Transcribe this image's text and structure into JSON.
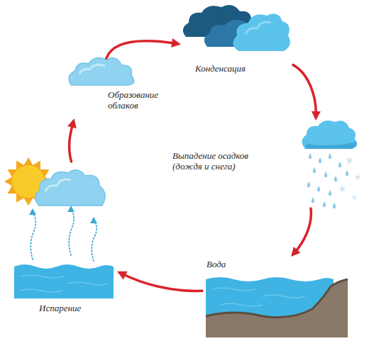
{
  "diagram": {
    "nodes": [
      {
        "text": [
          "Образование облаков"
        ]
      },
      {
        "text": [
          "Конденсация"
        ]
      },
      {
        "text": [
          "Вода"
        ]
      },
      {
        "text": [
          "Испарение"
        ]
      }
    ],
    "edges": [
      {
        "from": 3,
        "to": 0,
        "arrow": "to"
      },
      {
        "from": 0,
        "to": 1,
        "arrow": "to"
      },
      {
        "from": 1,
        "to": 2,
        "arrow": "to"
      },
      {
        "from": 2,
        "to": 3,
        "arrow": "to"
      }
    ],
    "labels": [
      "Выпадение осадков (дождя и снега)"
    ]
  }
}
